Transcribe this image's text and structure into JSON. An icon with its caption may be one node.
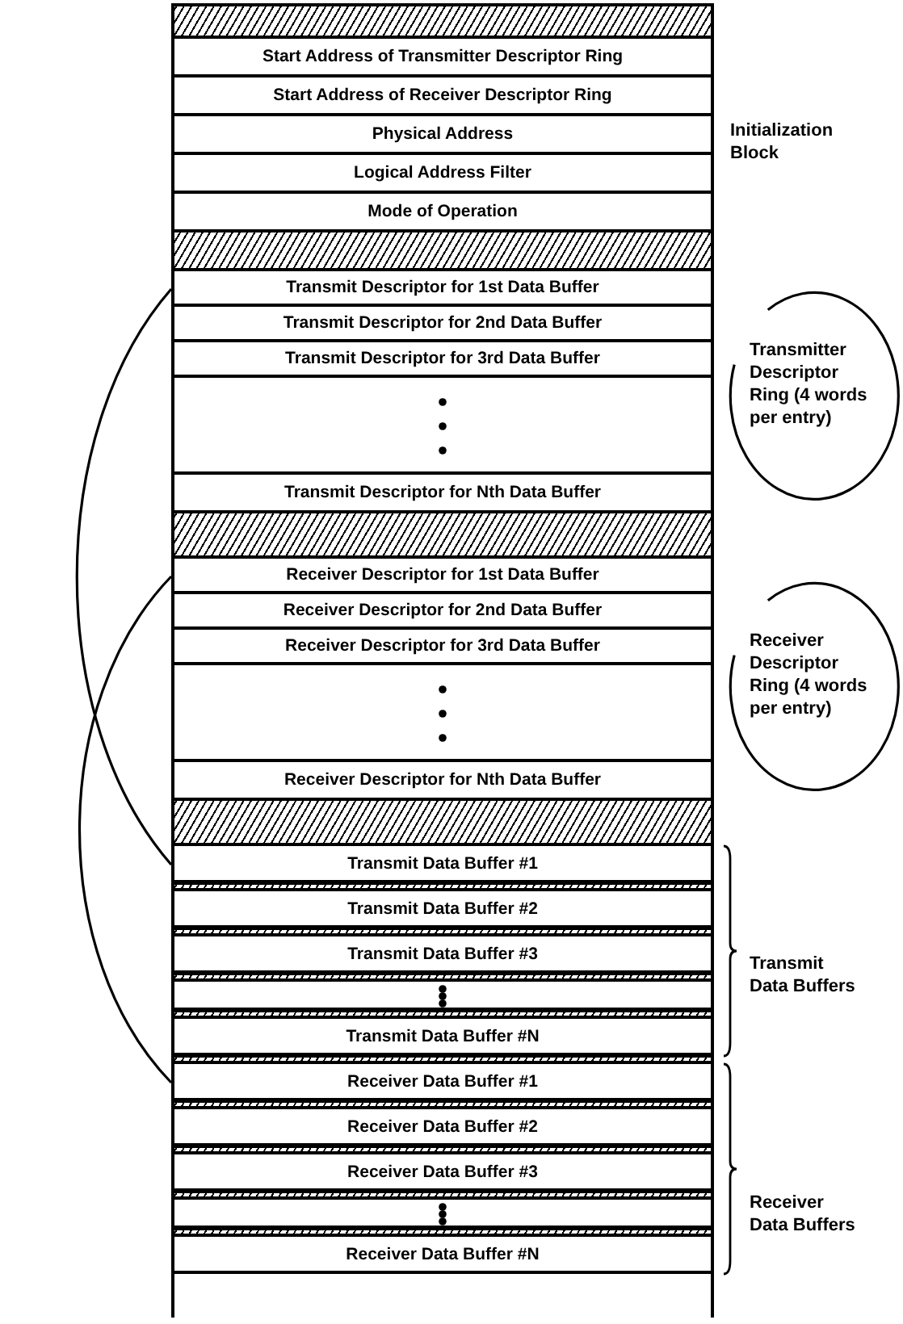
{
  "diagram": {
    "nodes": [
      {
        "text": [],
        "shape": "bar"
      },
      {
        "text": [
          "Start Address of Transmitter Descriptor Ring"
        ]
      },
      {
        "text": [
          "Start Address of Receiver Descriptor Ring"
        ]
      },
      {
        "text": [
          "Physical Address"
        ]
      },
      {
        "text": [
          "Logical Address Filter"
        ]
      },
      {
        "text": [
          "Mode of Operation"
        ]
      },
      {
        "text": [],
        "shape": "bar"
      },
      {
        "text": [
          "Transmit Descriptor for 1st Data Buffer"
        ]
      },
      {
        "text": [
          "Transmit Descriptor for 2nd Data Buffer"
        ]
      },
      {
        "text": [
          "Transmit Descriptor for 3rd Data Buffer"
        ]
      },
      {
        "text": [
          "Transmit Descriptor for Nth Data Buffer"
        ]
      },
      {
        "text": [],
        "shape": "bar"
      },
      {
        "text": [
          "Receiver Descriptor for 1st Data Buffer"
        ]
      },
      {
        "text": [
          "Receiver Descriptor for 2nd Data Buffer"
        ]
      },
      {
        "text": [
          "Receiver Descriptor for 3rd Data Buffer"
        ]
      },
      {
        "text": [
          "Receiver Descriptor for Nth Data Buffer"
        ]
      },
      {
        "text": [],
        "shape": "bar"
      },
      {
        "text": [
          "Transmit Data Buffer #1"
        ]
      },
      {
        "text": [
          "Transmit Data Buffer #2"
        ]
      },
      {
        "text": [
          "Transmit Data Buffer #3"
        ]
      },
      {
        "text": [
          "Transmit Data Buffer #N"
        ]
      },
      {
        "text": [
          "Receiver Data Buffer #1"
        ]
      },
      {
        "text": [
          "Receiver Data Buffer #2"
        ]
      },
      {
        "text": [
          "Receiver Data Buffer #3"
        ]
      },
      {
        "text": [
          "Receiver Data Buffer #N"
        ]
      }
    ],
    "edges": [
      {
        "from": 7,
        "to": 17,
        "arrow": "none"
      },
      {
        "from": 12,
        "to": 21,
        "arrow": "none"
      }
    ],
    "labels": [
      "Initialization Block",
      "Transmitter Descriptor Ring (4 words per entry)",
      "Receiver Descriptor Ring (4 words per entry)",
      "Transmit Data Buffers",
      "Receiver Data Buffers"
    ]
  }
}
